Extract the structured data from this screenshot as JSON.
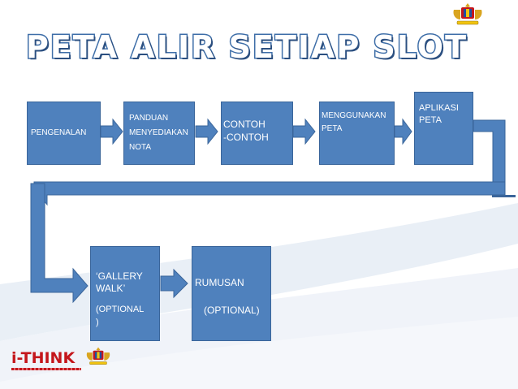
{
  "title": "PETA ALIR SETIAP SLOT",
  "colors": {
    "box_fill": "#4f81bd",
    "box_border": "#3a659a",
    "title_outline": "#3e6ea8",
    "swoosh": "#dbe4f0",
    "logo_red": "#c4161c"
  },
  "icons": {
    "crest_top": "malaysia-coat-of-arms-icon",
    "crest_bottom": "malaysia-coat-of-arms-icon",
    "logo": "i-think-logo"
  },
  "boxes": {
    "pengenalan": {
      "text": "PENGENALAN"
    },
    "panduan": {
      "line1": "PANDUAN",
      "line2": "MENYEDIAKAN",
      "line3": "NOTA"
    },
    "contoh": {
      "line1": "CONTOH",
      "line2": "-CONTOH"
    },
    "menggunakan": {
      "line1": "MENGGUNAKAN",
      "line2": "PETA"
    },
    "aplikasi": {
      "line1": "APLIKASI",
      "line2": "PETA"
    },
    "gallery": {
      "line1": "‘GALLERY",
      "line2": "WALK’",
      "line3": "(OPTIONAL",
      "line4": ")"
    },
    "rumusan": {
      "line1": "RUMUSAN",
      "line2": "(OPTIONAL)"
    }
  },
  "logo": {
    "text": "i-THINK"
  }
}
